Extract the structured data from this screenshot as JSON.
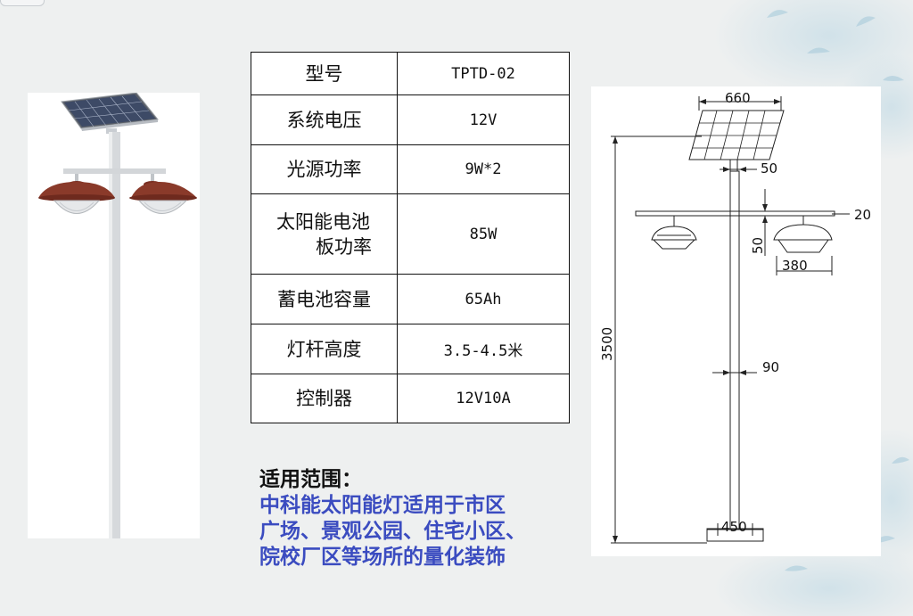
{
  "spec_table": {
    "rows": [
      {
        "label": "型号",
        "value": "TPTD-02"
      },
      {
        "label": "系统电压",
        "value": "12V"
      },
      {
        "label": "光源功率",
        "value": "9W*2"
      },
      {
        "label_lines": [
          "太阳能电池",
          "板功率"
        ],
        "value": "85W"
      },
      {
        "label": "蓄电池容量",
        "value": "65Ah"
      },
      {
        "label": "灯杆高度",
        "value": "3.5-4.5米"
      },
      {
        "label": "控制器",
        "value": "12V10A"
      }
    ]
  },
  "usage": {
    "title": "适用范围：",
    "lines": [
      "中科能太阳能灯适用于市区",
      "广场、景观公园、住宅小区、",
      "院校厂区等场所的量化装饰"
    ]
  },
  "drawing": {
    "dims": {
      "panel_width": "660",
      "bracket_gap": "50",
      "arm_thickness": "20",
      "lamp_drop": "50",
      "lamp_width": "380",
      "total_height": "3500",
      "pole_diameter": "90",
      "base_width": "450"
    }
  },
  "colors": {
    "usage_text": "#3b4cc0",
    "lamp_shade": "#8a3a2a",
    "background": "#eef0f0"
  }
}
